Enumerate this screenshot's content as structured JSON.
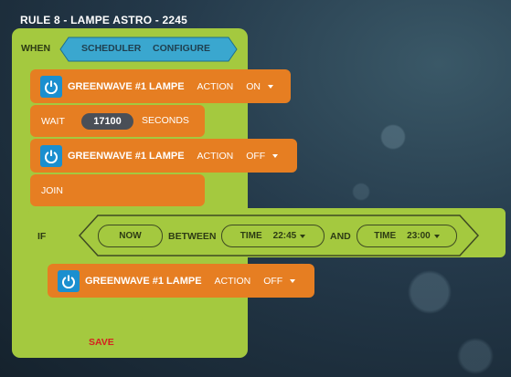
{
  "rule_title": "RULE 8 - LAMPE ASTRO - 2245",
  "when": {
    "label": "WHEN",
    "trigger": {
      "scheduler": "SCHEDULER",
      "configure": "CONFIGURE"
    }
  },
  "blocks": [
    {
      "device": "GREENWAVE #1 LAMPE",
      "action_label": "ACTION",
      "action_value": "ON",
      "icon": "power-icon"
    },
    {
      "wait_label": "WAIT",
      "wait_value": "17100",
      "unit": "SECONDS"
    },
    {
      "device": "GREENWAVE #1 LAMPE",
      "action_label": "ACTION",
      "action_value": "OFF",
      "icon": "power-icon"
    },
    {
      "join_label": "JOIN"
    }
  ],
  "if_block": {
    "label": "IF",
    "now": "NOW",
    "between": "BETWEEN",
    "time1_label": "TIME",
    "time1_value": "22:45",
    "and": "AND",
    "time2_label": "TIME",
    "time2_value": "23:00",
    "action": {
      "device": "GREENWAVE #1 LAMPE",
      "action_label": "ACTION",
      "action_value": "OFF"
    }
  },
  "save_label": "SAVE",
  "colors": {
    "block_green": "#a4c93f",
    "block_orange": "#e67e22",
    "trigger_blue": "#3aa7cf",
    "power_blue": "#1a8fcf",
    "save_red": "#d62020"
  }
}
